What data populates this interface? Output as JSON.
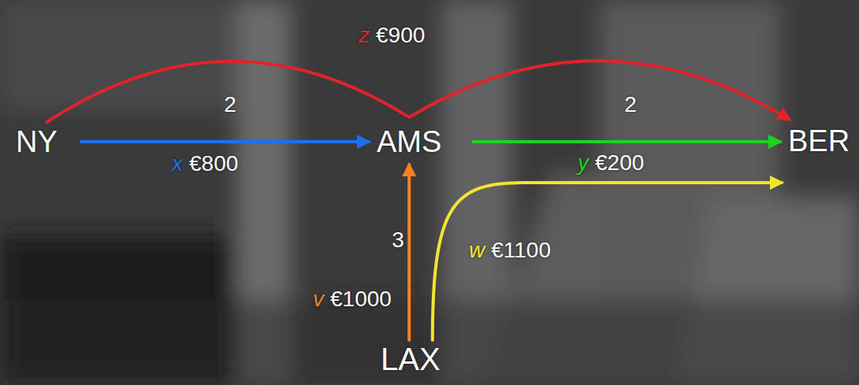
{
  "diagram": {
    "nodes": [
      {
        "text": [
          "NY"
        ]
      },
      {
        "text": [
          "AMS"
        ]
      },
      {
        "text": [
          "BER"
        ]
      },
      {
        "text": [
          "LAX"
        ]
      }
    ],
    "edges": [
      {
        "from": 0,
        "to": 2,
        "arrow": "to",
        "label": "€900"
      },
      {
        "from": 0,
        "to": 1,
        "arrow": "to",
        "label": "€800"
      },
      {
        "from": 1,
        "to": 2,
        "arrow": "to",
        "label": "€200"
      },
      {
        "from": 3,
        "to": 1,
        "arrow": "to",
        "label": "€1000"
      },
      {
        "from": 3,
        "to": 2,
        "arrow": "to",
        "label": "€1100"
      }
    ],
    "labels": [
      "z",
      "2",
      "2",
      "x",
      "y",
      "3",
      "v",
      "w"
    ]
  }
}
